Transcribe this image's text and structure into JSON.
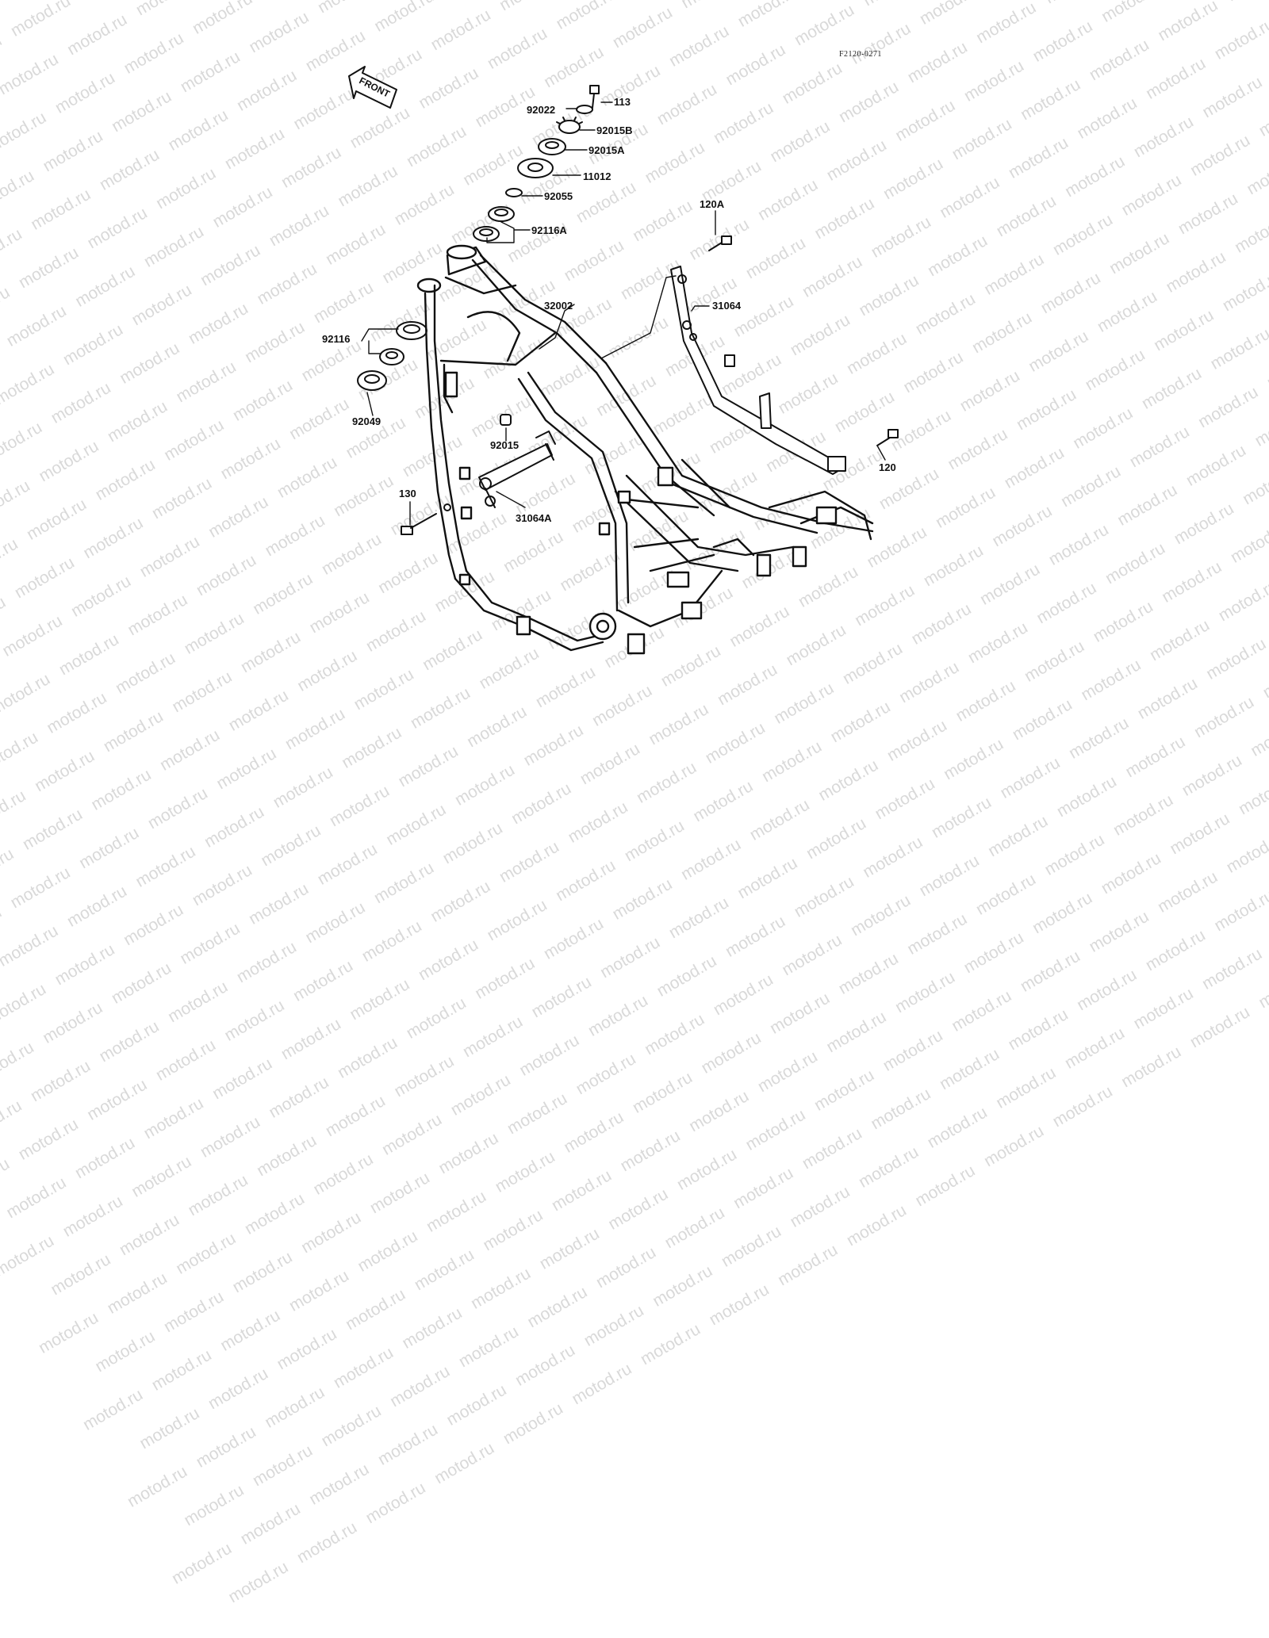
{
  "watermark": "motod.ru",
  "document_code": "F2120-0271",
  "front_arrow": {
    "label": "FRONT"
  },
  "parts": [
    {
      "id": "113",
      "label": "113"
    },
    {
      "id": "92022",
      "label": "92022"
    },
    {
      "id": "92015B",
      "label": "92015B"
    },
    {
      "id": "92015A",
      "label": "92015A"
    },
    {
      "id": "11012",
      "label": "11012"
    },
    {
      "id": "92055",
      "label": "92055"
    },
    {
      "id": "92116A",
      "label": "92116A"
    },
    {
      "id": "120A",
      "label": "120A"
    },
    {
      "id": "32002",
      "label": "32002"
    },
    {
      "id": "31064",
      "label": "31064"
    },
    {
      "id": "92116",
      "label": "92116"
    },
    {
      "id": "92049",
      "label": "92049"
    },
    {
      "id": "92015",
      "label": "92015"
    },
    {
      "id": "120",
      "label": "120"
    },
    {
      "id": "130",
      "label": "130"
    },
    {
      "id": "31064A",
      "label": "31064A"
    }
  ]
}
